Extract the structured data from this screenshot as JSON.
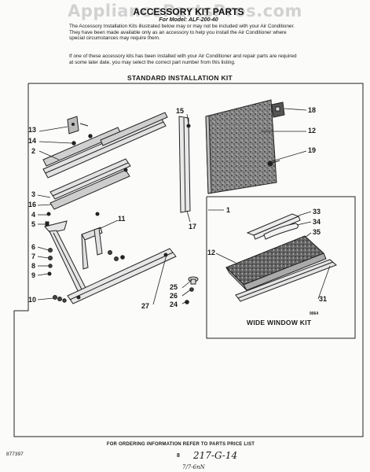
{
  "watermark": "AppliancePartsPros.com",
  "header": {
    "title": "ACCESSORY KIT PARTS",
    "subtitle": "For Model: ALF-200-40"
  },
  "intro": {
    "paragraph1": "The Accessory Installation Kits illustrated below may or may not be included with your Air Conditioner. They have been made available only as an accessory to help you install the Air Conditioner where special circumstances may require them.",
    "paragraph2": "If one of these accessory kits has been installed with your Air Conditioner and repair parts are required at some later date, you may select the correct part number from this listing."
  },
  "sections": {
    "standard": "STANDARD INSTALLATION KIT",
    "wide": "WIDE WINDOW KIT"
  },
  "callouts": {
    "c1": "1",
    "c2": "2",
    "c3": "3",
    "c4": "4",
    "c5": "5",
    "c6": "6",
    "c7": "7",
    "c8": "8",
    "c9": "9",
    "c10": "10",
    "c11": "11",
    "c12a": "12",
    "c12b": "12",
    "c13": "13",
    "c14": "14",
    "c15": "15",
    "c16": "16",
    "c17": "17",
    "c18": "18",
    "c19": "19",
    "c24": "24",
    "c25": "25",
    "c26": "26",
    "c27": "27",
    "c31": "31",
    "c33": "33",
    "c34": "34",
    "c35": "35"
  },
  "figure_code": "9064",
  "footer": {
    "ordering": "FOR ORDERING INFORMATION REFER TO PARTS PRICE LIST",
    "doc_number": "877397",
    "page": "8",
    "handwritten_code": "217-G-14",
    "handwritten_small": "7/7-6nN"
  }
}
